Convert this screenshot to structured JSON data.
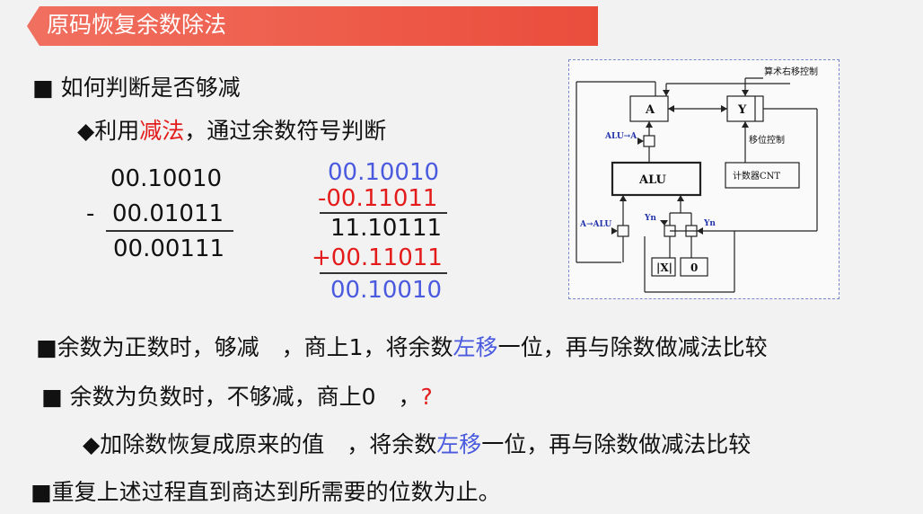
{
  "title": "原码恢复余数除法",
  "bullets": {
    "b1": {
      "marker": "■",
      "text": "如何判断是否够减"
    },
    "b1_sub": {
      "marker": "◆",
      "pre": "利用",
      "highlight": "减法",
      "post": "，通过余数符号判断"
    },
    "b2": {
      "marker": "■",
      "pre": "余数为正数时，够减　，商上1，将余数",
      "highlight": "左移",
      "post": "一位，再与除数做减法比较"
    },
    "b3": {
      "marker": "■",
      "pre": "余数为负数时，不够减，商上0　，",
      "highlight": "?"
    },
    "b3_sub": {
      "marker": "◆",
      "pre": "加除数恢复成原来的值　，将余数",
      "highlight": "左移",
      "post": "一位，再与除数做减法比较"
    },
    "b4": {
      "marker": "■",
      "text": "重复上述过程直到商达到所需要的位数为止。"
    }
  },
  "calc_left": {
    "row1": "00.10010",
    "minus": "-",
    "row2": "00.01011",
    "result": "00.00111"
  },
  "calc_right": {
    "row1": "00.10010",
    "row2": "-00.11011",
    "row3": "11.10111",
    "row4": "+00.11011",
    "row5": "00.10010"
  },
  "diagram": {
    "label_shift_ctrl": "算术右移控制",
    "reg_a": "A",
    "reg_y": "Y",
    "label_alu_to_a": "ALU→A",
    "label_move_ctrl": "移位控制",
    "alu": "ALU",
    "counter": "计数器CNT",
    "label_a_to_alu": "A→ALU",
    "label_yn_left": "Yn",
    "label_yn_right": "Yn",
    "reg_x": "|X|",
    "reg_zero": "0"
  },
  "colors": {
    "title_bar": "#ee5a48",
    "highlight_red": "#e31b1b",
    "highlight_blue": "#4a5adf"
  }
}
